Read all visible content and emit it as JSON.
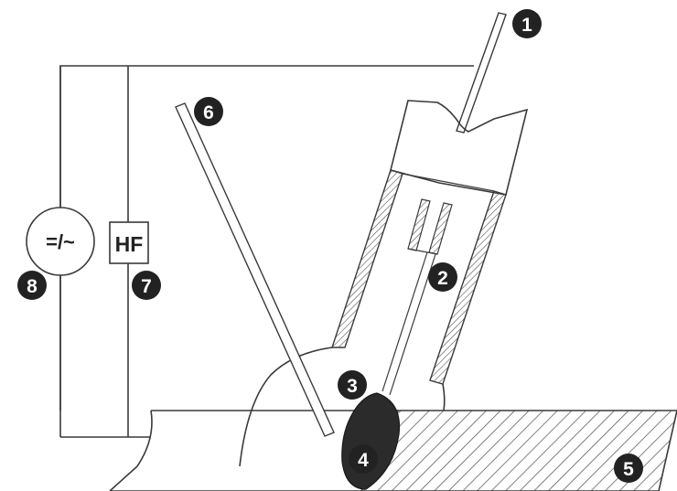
{
  "labels": {
    "power_source_symbol": "=/~",
    "hf_unit": "HF"
  },
  "callouts": [
    "1",
    "2",
    "3",
    "4",
    "5",
    "6",
    "7",
    "8"
  ],
  "colors": {
    "line": "#3a3a3a",
    "badge": "#222222",
    "weld_pool": "#2b2b2b",
    "hatch": "#555555"
  }
}
